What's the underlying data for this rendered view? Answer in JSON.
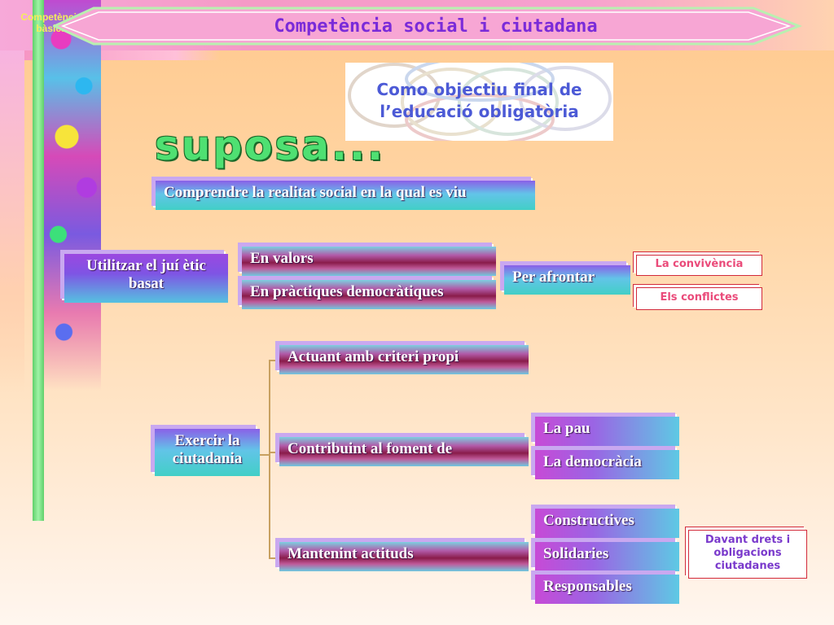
{
  "header": {
    "corner_label": "Competència bàsica",
    "title": "Competència social i ciutadana"
  },
  "objective": "Como objectiu final de l’educació obligatòria",
  "suposa": "suposa...",
  "items": {
    "comprendre": "Comprendre la realitat social en la qual es viu",
    "utilitzar": "Utilitzar el juí ètic basat",
    "en_valors": "En valors",
    "en_practiques": "En pràctiques democràtiques",
    "per_afrontar": "Per afrontar",
    "convivencia": "La convivència",
    "conflictes": "Els conflictes",
    "exercir": "Exercir la ciutadania",
    "actuant": "Actuant amb criteri propi",
    "contribuint": "Contribuint al foment de",
    "pau": "La pau",
    "democracia": "La democràcia",
    "mantenint": "Mantenint actituds",
    "constructives": "Constructives",
    "solidaries": "Solidaries",
    "responsables": "Responsables",
    "davant": "Davant drets i obligacions ciutadanes"
  }
}
